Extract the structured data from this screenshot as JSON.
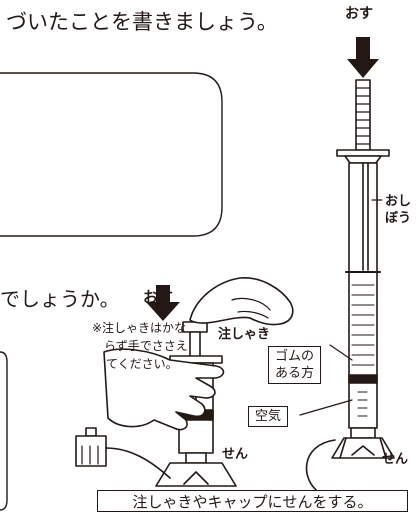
{
  "texts": {
    "instruction_top": "づいたことを書きましょう。",
    "question_mid": "でしょうか。",
    "push_top": "おす",
    "push_mid": "おす",
    "note_lines": [
      "※注しゃきはかな",
      "らず手でささえ",
      "てください。"
    ],
    "syringe_label": "注しゃき",
    "rod_label_lines": [
      "おし",
      "ぼう"
    ],
    "rubber_label_lines": [
      "ゴムの",
      "ある方"
    ],
    "air_label": "空気",
    "stopper_left": "せん",
    "stopper_right": "せん",
    "caption": "注しゃきやキャップにせんをする。"
  },
  "icons": [
    "push-down-arrow-icon",
    "syringe-illustration",
    "hand-illustration"
  ]
}
